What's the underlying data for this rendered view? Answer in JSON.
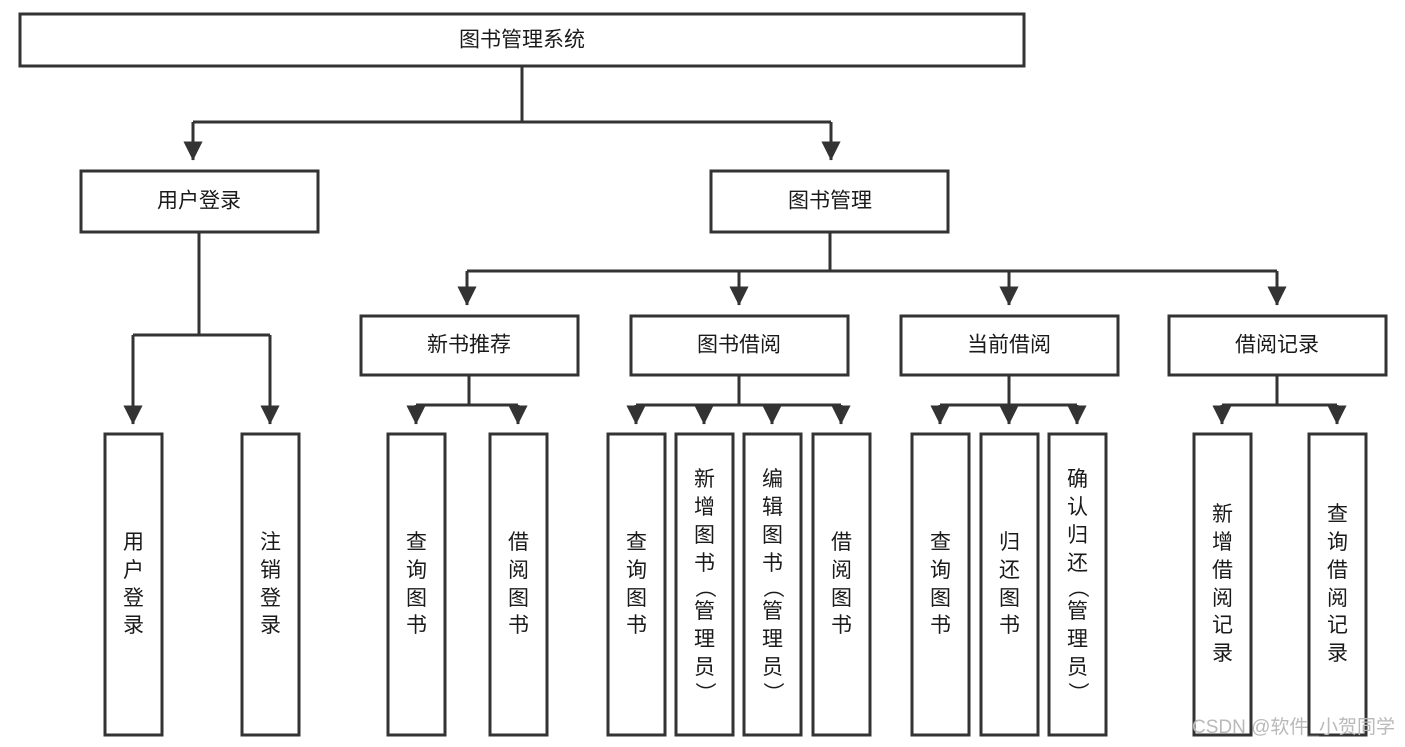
{
  "diagram": {
    "type": "hierarchy-tree",
    "title": "图书管理系统",
    "root": {
      "label": "图书管理系统"
    },
    "level2": [
      {
        "label": "用户登录"
      },
      {
        "label": "图书管理"
      }
    ],
    "level3": [
      {
        "label": "新书推荐"
      },
      {
        "label": "图书借阅"
      },
      {
        "label": "当前借阅"
      },
      {
        "label": "借阅记录"
      }
    ],
    "leaves": {
      "user_login": [
        {
          "label": "用户登录"
        },
        {
          "label": "注销登录"
        }
      ],
      "new_book_recommend": [
        {
          "label": "查询图书"
        },
        {
          "label": "借阅图书"
        }
      ],
      "book_borrow": [
        {
          "label": "查询图书"
        },
        {
          "label": "新增图书（管理员）"
        },
        {
          "label": "编辑图书（管理员）"
        },
        {
          "label": "借阅图书"
        }
      ],
      "current_borrow": [
        {
          "label": "查询图书"
        },
        {
          "label": "归还图书"
        },
        {
          "label": "确认归还（管理员）"
        }
      ],
      "borrow_record": [
        {
          "label": "新增借阅记录"
        },
        {
          "label": "查询借阅记录"
        }
      ]
    }
  },
  "watermark": {
    "text": "CSDN @软件_小贺同学"
  },
  "colors": {
    "stroke": "#333333",
    "box_fill": "#ffffff",
    "text": "#1a1a1a",
    "watermark": "#b9b9b9",
    "background": "#ffffff"
  }
}
